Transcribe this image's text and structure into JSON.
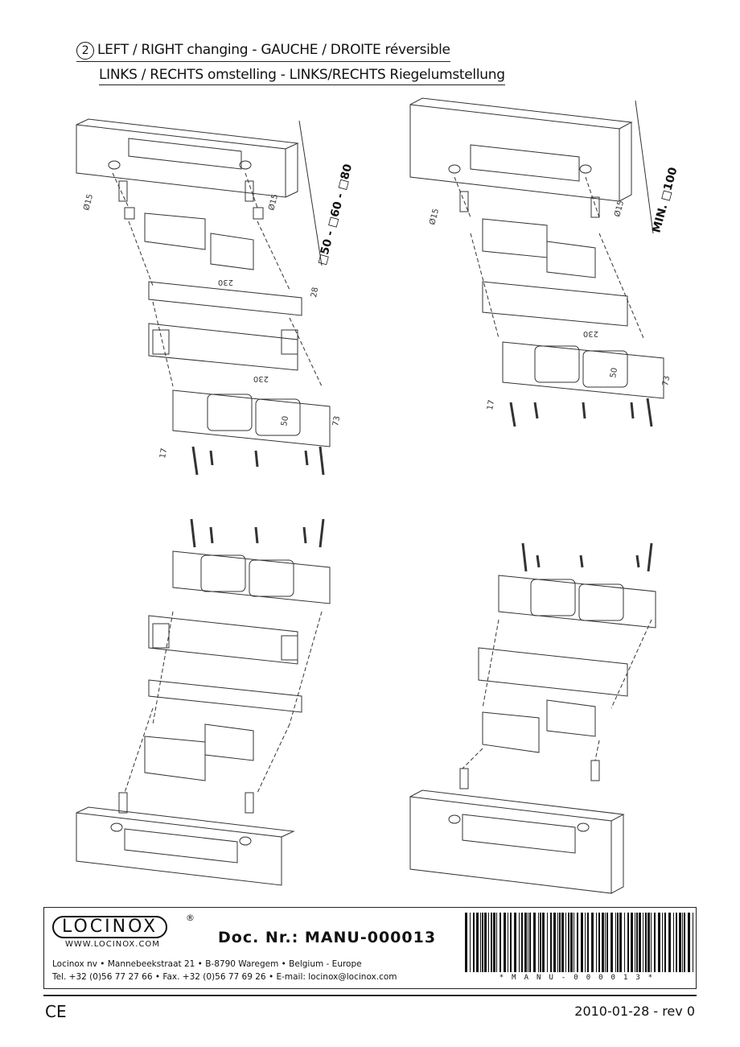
{
  "header": {
    "step_number": "2",
    "title_line1": "LEFT / RIGHT changing - GAUCHE / DROITE réversible",
    "title_line2": "LINKS / RECHTS omstelling - LINKS/RECHTS Riegelumstellung"
  },
  "drawings": {
    "top_left": {
      "dia1": "Ø15",
      "dia2": "Ø15",
      "profile": "□50 - □60 - □80",
      "len1": "230",
      "h1": "28",
      "len2": "230",
      "w": "50",
      "h2": "73",
      "e": "17"
    },
    "top_right": {
      "dia1": "Ø15",
      "dia2": "Ø15",
      "profile": "MIN. □100",
      "len": "230",
      "w": "50",
      "h": "73",
      "e": "17"
    }
  },
  "footer": {
    "logo_text": "LOCINOX",
    "registered": "®",
    "website": "WWW.LOCINOX.COM",
    "doc_number": "Doc. Nr.: MANU-000013",
    "address": "Locinox nv • Mannebeekstraat 21 • B-8790 Waregem • Belgium - Europe",
    "contact": "Tel. +32 (0)56 77 27 66 • Fax. +32 (0)56 77 69 26 • E-mail: locinox@locinox.com",
    "barcode_text": "*MANU-000013*",
    "ce_mark": "CE",
    "date_rev": "2010-01-28 - rev 0"
  }
}
